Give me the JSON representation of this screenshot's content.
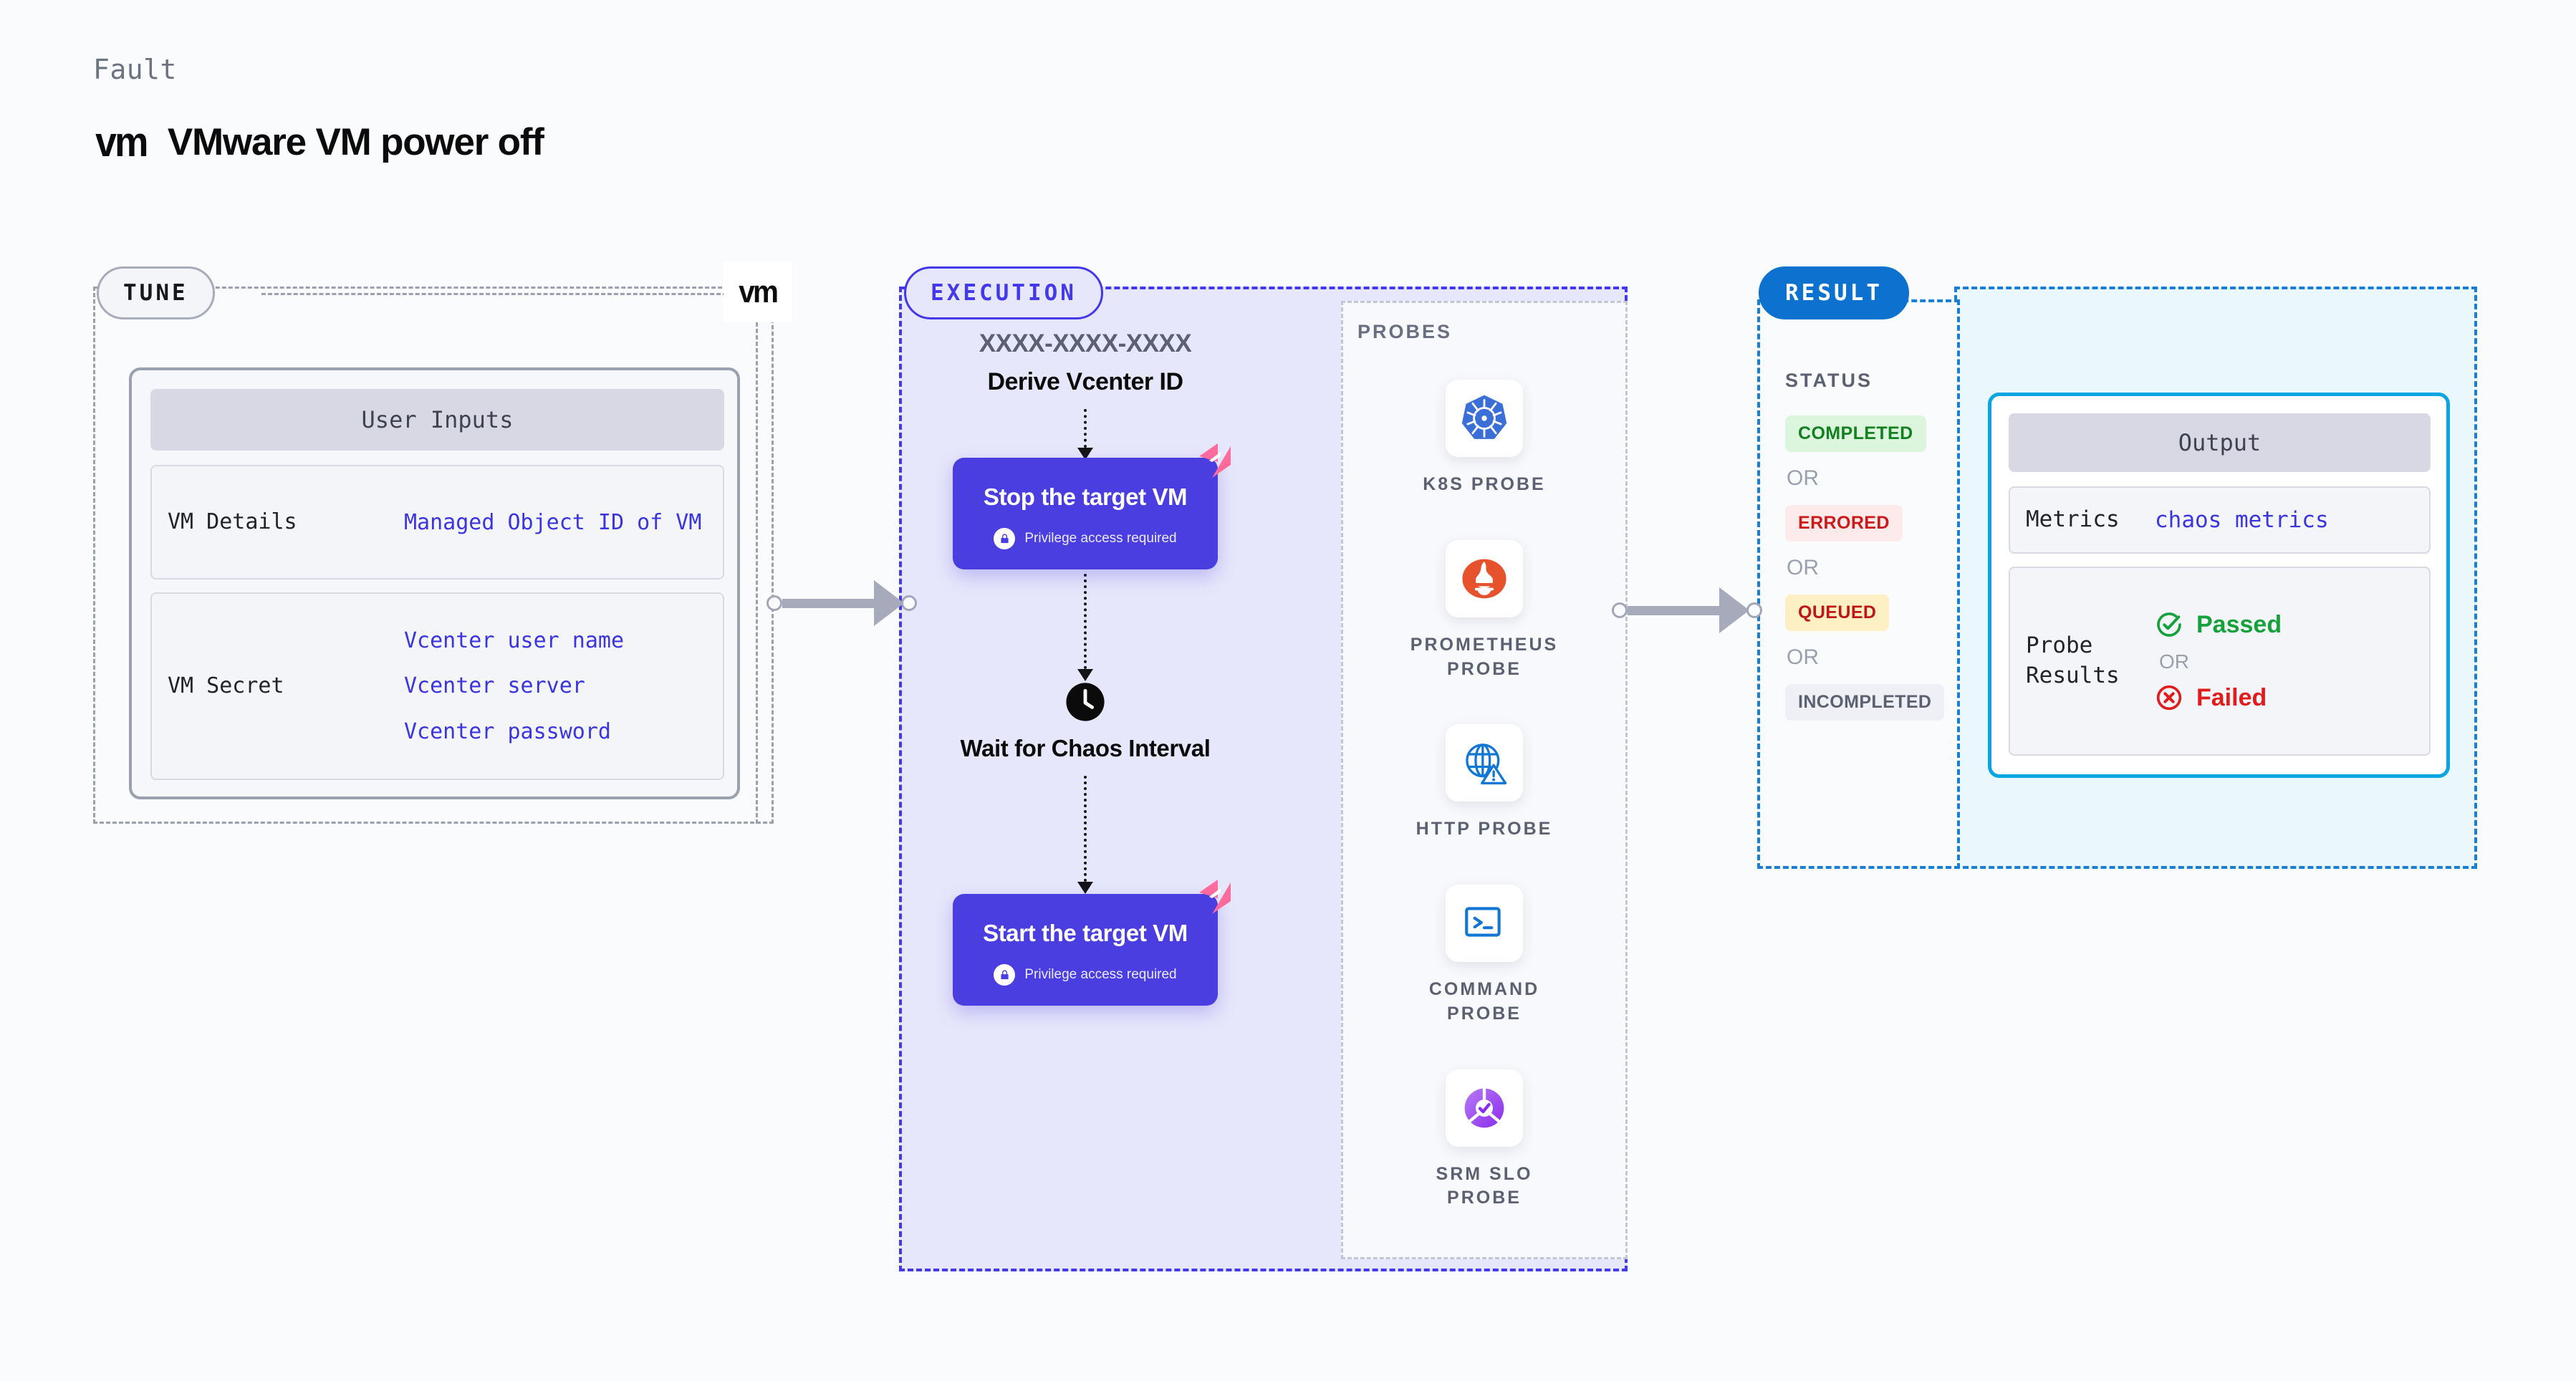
{
  "header": {
    "kicker": "Fault",
    "logo_text": "vm",
    "title": "VMware VM power off"
  },
  "tune": {
    "pill_label": "TUNE",
    "badge_logo": "vm",
    "panel_title": "User Inputs",
    "rows": [
      {
        "key": "VM Details",
        "values": [
          "Managed Object ID\nof VM"
        ]
      },
      {
        "key": "VM Secret",
        "values": [
          "Vcenter user name",
          "Vcenter server",
          "Vcenter password"
        ]
      }
    ]
  },
  "execution": {
    "pill_label": "EXECUTION",
    "derive_id": "XXXX-XXXX-XXXX",
    "derive_label": "Derive Vcenter ID",
    "steps": [
      {
        "title": "Stop the target VM",
        "privilege_note": "Privilege access required"
      },
      {
        "title": "Start the target VM",
        "privilege_note": "Privilege access required"
      }
    ],
    "wait_label": "Wait for Chaos\nInterval"
  },
  "probes": {
    "title": "PROBES",
    "items": [
      {
        "label": "K8S PROBE",
        "icon": "kubernetes-icon"
      },
      {
        "label": "PROMETHEUS\nPROBE",
        "icon": "prometheus-icon"
      },
      {
        "label": "HTTP PROBE",
        "icon": "http-globe-icon"
      },
      {
        "label": "COMMAND\nPROBE",
        "icon": "terminal-icon"
      },
      {
        "label": "SRM SLO\nPROBE",
        "icon": "srm-slo-icon"
      }
    ]
  },
  "result": {
    "pill_label": "RESULT",
    "status_title": "STATUS",
    "or_label": "OR",
    "statuses": [
      {
        "label": "COMPLETED",
        "text_color": "#13811f",
        "bg_color": "#dcf5dd"
      },
      {
        "label": "ERRORED",
        "text_color": "#cc1a1a",
        "bg_color": "#fdeaea"
      },
      {
        "label": "QUEUED",
        "text_color": "#c01616",
        "bg_color": "#fdf0c4"
      },
      {
        "label": "INCOMPLETED",
        "text_color": "#5c6172",
        "bg_color": "#eef0f5"
      }
    ]
  },
  "output": {
    "panel_title": "Output",
    "metrics_key": "Metrics",
    "metrics_value": "chaos metrics",
    "probe_results_key": "Probe\nResults",
    "passed_label": "Passed",
    "or_label": "OR",
    "failed_label": "Failed"
  },
  "colors": {
    "accent_indigo": "#4338ea",
    "action_box": "#4b3ee0",
    "result_blue": "#0d72cf",
    "output_border": "#0aa5e3",
    "harness_pink": "#ff6b9d"
  }
}
